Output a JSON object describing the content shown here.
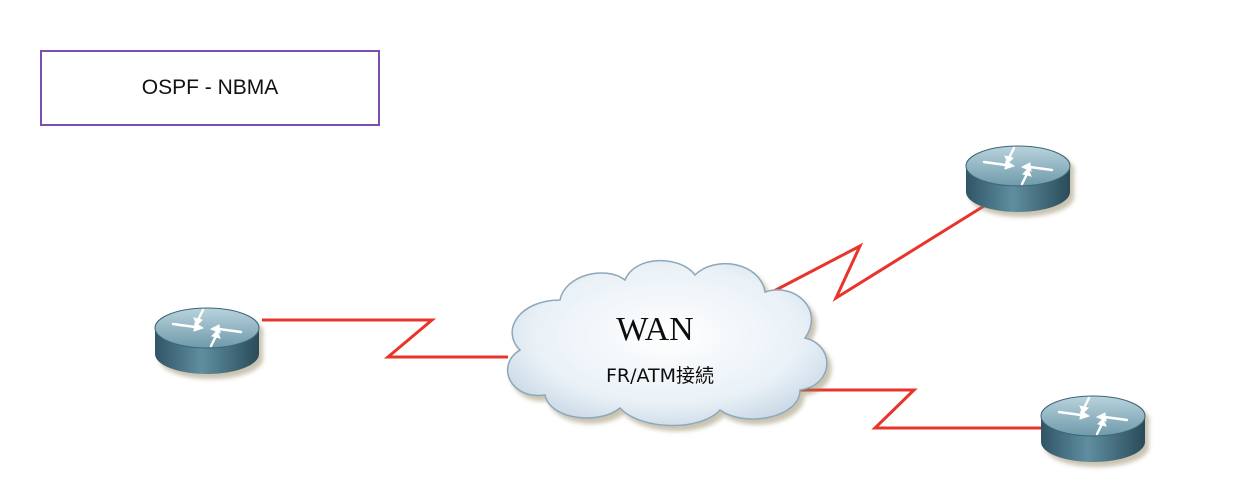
{
  "title": "OSPF - NBMA",
  "cloud": {
    "label": "WAN",
    "sublabel": "FR/ATM接続"
  },
  "routers": [
    {
      "name": "router-left",
      "icon": "router-icon"
    },
    {
      "name": "router-top-right",
      "icon": "router-icon"
    },
    {
      "name": "router-bottom-right",
      "icon": "router-icon"
    }
  ],
  "links": [
    {
      "name": "serial-link-left",
      "type": "serial",
      "color": "#e8342a"
    },
    {
      "name": "serial-link-top-right",
      "type": "serial",
      "color": "#e8342a"
    },
    {
      "name": "serial-link-bottom-right",
      "type": "serial",
      "color": "#e8342a"
    }
  ],
  "colors": {
    "title_border": "#7a4fb0",
    "link": "#e8342a",
    "router_body": "#4d7a8c",
    "cloud_fill": "#dbe7f1"
  }
}
